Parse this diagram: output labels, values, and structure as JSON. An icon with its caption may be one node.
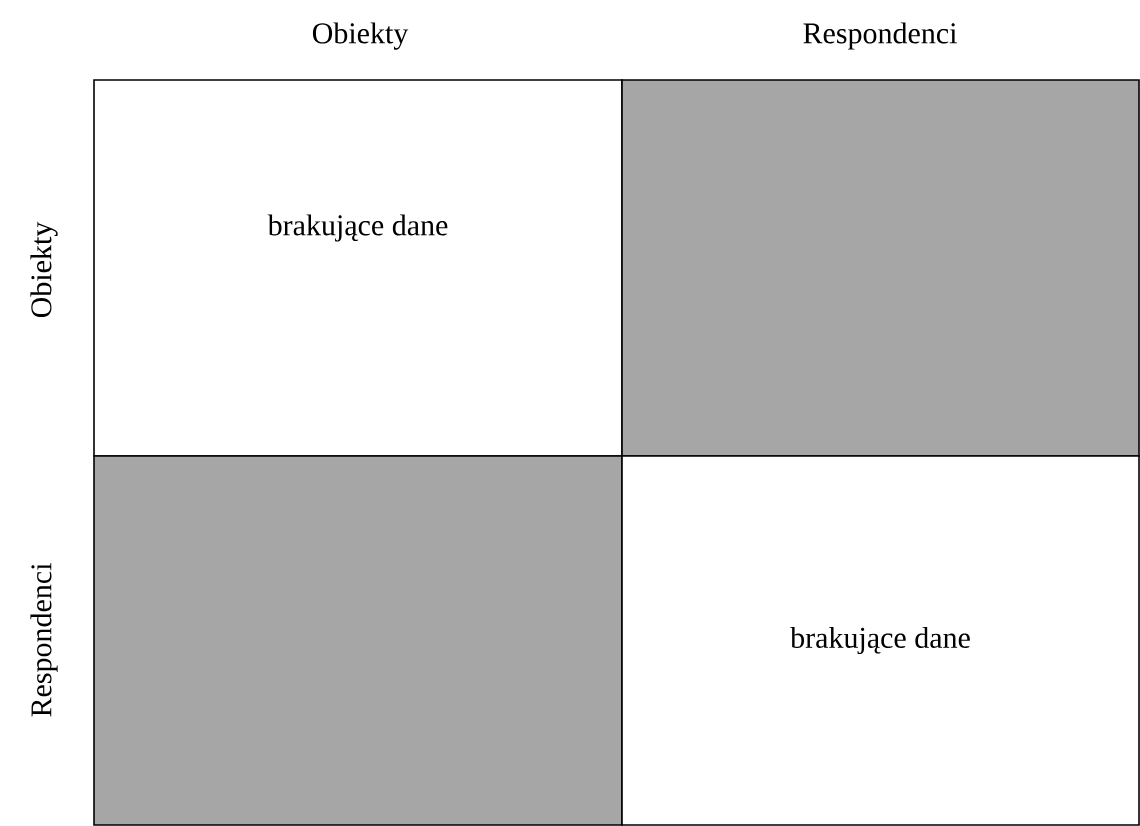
{
  "diagram": {
    "nodes": [
      {
        "text": [
          "brakujące dane"
        ]
      },
      {
        "text": [],
        "shape": "box"
      },
      {
        "text": [],
        "shape": "box"
      },
      {
        "text": [
          "brakujące dane"
        ]
      }
    ],
    "labels": [
      "Obiekty",
      "Respondenci",
      "Obiekty",
      "Respondenci"
    ]
  }
}
